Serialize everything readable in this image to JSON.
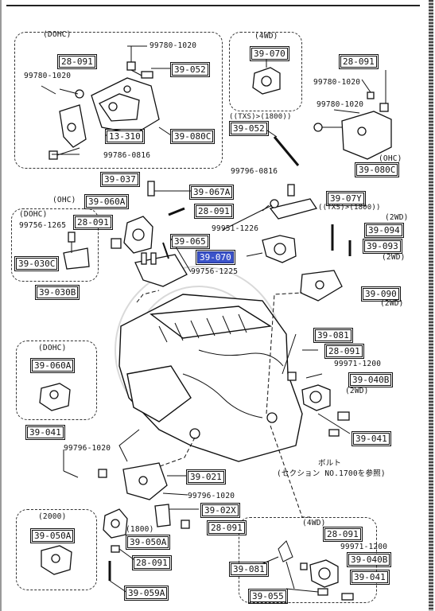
{
  "title": "",
  "group_labels": {
    "dohc_top": "(DOHC)",
    "fwd4_top": "(4WD)",
    "ohc_right": "(OHC)",
    "ohc_mid": "(OHC)",
    "dohc_small": "(DOHC)",
    "txs_1800_top": "((TXS)>(1800))",
    "txs_1800_mid": "((TXS)>(1800))",
    "twowd_a": "(2WD)",
    "twowd_b": "(2WD)",
    "twowd_c": "(2WD)",
    "twowd_d": "(2WD)",
    "dohc_left": "(DOHC)",
    "v2000": "(2000)",
    "v1800": "(1800)",
    "fwd4_bottom": "(4WD)"
  },
  "part_refs": {
    "r1": "28-091",
    "r2": "39-052",
    "r3": "13-310",
    "r4": "39-080C",
    "r5": "39-070",
    "r6": "28-091",
    "r7": "39-052",
    "r8": "39-080C",
    "r9": "39-037",
    "r10": "39-067A",
    "r11": "39-060A",
    "r12": "28-091",
    "r13": "39-07Y",
    "r14": "28-091",
    "r15": "39-094",
    "r16": "39-065",
    "r17": "39-093",
    "r18": "39-030C",
    "r19": "39-070",
    "r20": "39-030B",
    "r21": "39-090",
    "r22": "39-081",
    "r23": "28-091",
    "r24": "39-060A",
    "r25": "39-040B",
    "r26": "39-041",
    "r27": "39-041",
    "r28": "39-021",
    "r29": "39-02X",
    "r30": "28-091",
    "r31": "39-050A",
    "r32": "39-050A",
    "r33": "28-091",
    "r34": "28-091",
    "r35": "39-040B",
    "r36": "39-081",
    "r37": "39-041",
    "r38": "39-059A",
    "r39": "39-055"
  },
  "part_numbers": {
    "p1": "99780-1020",
    "p2": "99780-1020",
    "p3": "99786-0816",
    "p4": "99780-1020",
    "p5": "99780-1020",
    "p6": "99796-0816",
    "p7": "99951-1226",
    "p8": "99756-1265",
    "p9": "99756-1225",
    "p10": "99971-1200",
    "p11": "99796-1020",
    "p12": "99796-1020",
    "p13": "99971-1200"
  },
  "notes": {
    "bolt_label": "ボルト",
    "see_section": "(セクション NO.1700を参照)"
  },
  "highlight_ref": "39-070"
}
